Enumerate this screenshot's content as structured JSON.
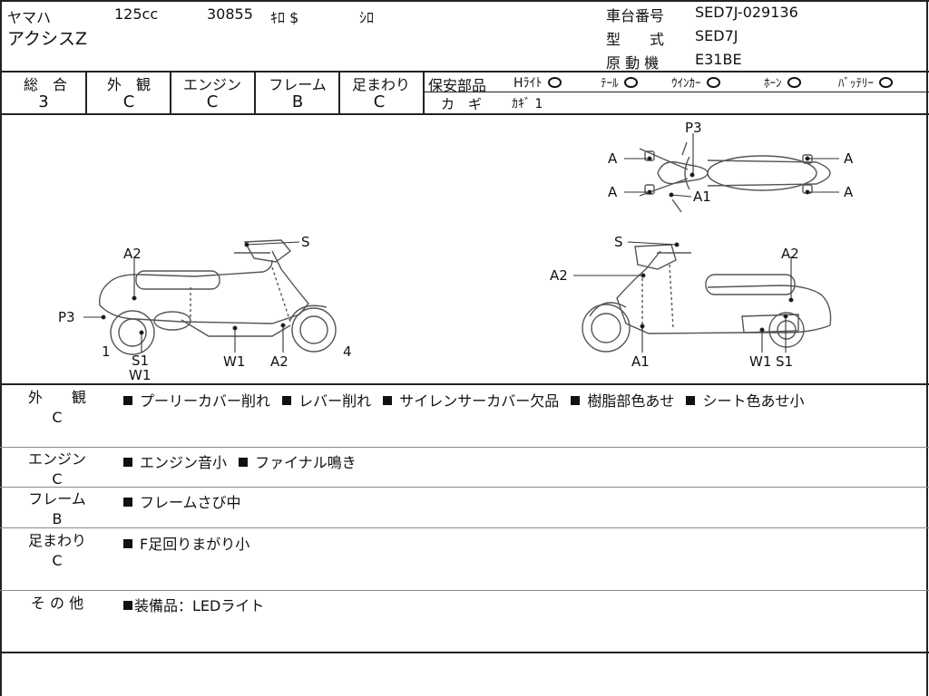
{
  "header": {
    "maker": "ヤマハ",
    "displacement": "125cc",
    "mileage": "30855",
    "mileage_unit": "ｷﾛ $",
    "color": "ｼﾛ",
    "model": "アクシスZ",
    "frame_no_label": "車台番号",
    "frame_no": "SED7J-029136",
    "type_label": "型　　式",
    "type": "SED7J",
    "engine_label": "原 動 機",
    "engine": "E31BE"
  },
  "grades": {
    "total_label": "総　合",
    "total": "3",
    "exterior_label": "外　観",
    "exterior": "C",
    "engine_label": "エンジン",
    "engine": "C",
    "frame_label": "フレーム",
    "frame": "B",
    "suspension_label": "足まわり",
    "suspension": "C"
  },
  "safety": {
    "label": "保安部品",
    "headlight": "Hﾗｲﾄ",
    "taillight": "ﾃｰﾙ",
    "winker": "ｳｲﾝｶｰ",
    "horn": "ﾎｰﾝ",
    "battery": "ﾊﾞｯﾃﾘｰ",
    "key_label": "カ　ギ",
    "key_value": "ｶｷﾞ 1"
  },
  "diagram_labels": {
    "p3_top": "P3",
    "a_tl": "A",
    "a_bl": "A",
    "a1_top": "A1",
    "a_tr": "A",
    "a_br": "A",
    "left_a2": "A2",
    "left_s": "S",
    "left_p3": "P3",
    "left_1": "1",
    "left_s1": "S1",
    "left_w1b": "W1",
    "left_w1": "W1",
    "left_a2b": "A2",
    "left_4": "4",
    "right_s": "S",
    "right_a2": "A2",
    "right_a2r": "A2",
    "right_a1": "A1",
    "right_w1": "W1",
    "right_s1": "S1"
  },
  "remarks": {
    "exterior": {
      "label": "外　　観",
      "grade": "C",
      "items": [
        "プーリーカバー削れ",
        "レバー削れ",
        "サイレンサーカバー欠品",
        "樹脂部色あせ",
        "シート色あせ小"
      ]
    },
    "engine": {
      "label": "エンジン",
      "grade": "C",
      "items": [
        "エンジン音小",
        "ファイナル鳴き"
      ]
    },
    "frame": {
      "label": "フレーム",
      "grade": "B",
      "items": [
        "フレームさび中"
      ]
    },
    "suspension": {
      "label": "足まわり",
      "grade": "C",
      "items": [
        "F足回りまがり小"
      ]
    },
    "other": {
      "label": "そ の 他",
      "items": [
        "装備品：LEDライト"
      ]
    }
  }
}
